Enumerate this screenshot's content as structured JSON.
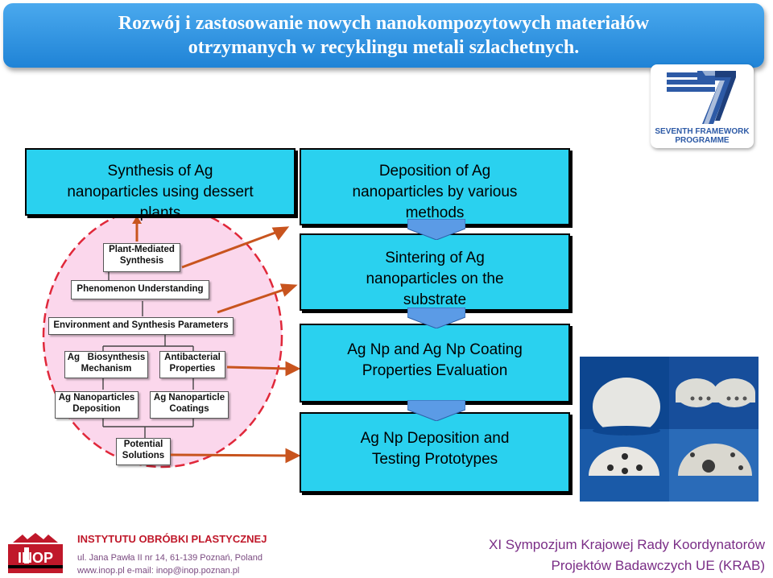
{
  "title": {
    "line1": "Rozwój i zastosowanie nowych nanokompozytowych materiałów",
    "line2": "otrzymanych w recyklingu metali szlachetnych."
  },
  "fp7_logo": {
    "line1": "SEVENTH FRAMEWORK",
    "line2": "PROGRAMME"
  },
  "boxes": {
    "synthesis": [
      "Synthesis of Ag",
      "nanoparticles using dessert",
      "plants"
    ],
    "deposition": [
      "Deposition of Ag",
      "nanoparticles by various",
      "methods"
    ],
    "sintering": [
      "Sintering of Ag",
      "nanoparticles on the",
      "substrate"
    ],
    "evaluation": [
      "Ag Np and Ag Np Coating",
      "Properties Evaluation"
    ],
    "prototypes": [
      "Ag Np Deposition and",
      "Testing Prototypes"
    ]
  },
  "diagram": {
    "plant_mediated": [
      "Plant-Mediated",
      "Synthesis"
    ],
    "phenomenon": "Phenomenon Understanding",
    "environment": "Environment and Synthesis Parameters",
    "biosynthesis": [
      "Ag   Biosynthesis",
      "Mechanism"
    ],
    "antibacterial": [
      "Antibacterial",
      "Properties"
    ],
    "ag_nanoparticles": [
      "Ag Nanoparticles",
      "Deposition"
    ],
    "ag_coatings": [
      "Ag Nanoparticle",
      "Coatings"
    ],
    "potential": [
      "Potential",
      "Solutions"
    ]
  },
  "footer": {
    "logo_text": "INOP",
    "institute": "INSTYTUTU OBRÓBKI PLASTYCZNEJ",
    "address": "ul. Jana Pawła II nr 14, 61-139 Poznań, Poland",
    "contact": "www.inop.pl   e-mail: inop@inop.poznan.pl",
    "symposium_line1": "XI Sympozjum Krajowej Rady Koordynatorów",
    "symposium_line2": "Projektów Badawczych UE (KRAB)"
  },
  "colors": {
    "banner": "#2a8fe0",
    "box_fill": "#2ad1ef",
    "arrow": "#c8541e",
    "diagram_dash": "#e0283a",
    "circle_fill": "#fbd7ec"
  }
}
